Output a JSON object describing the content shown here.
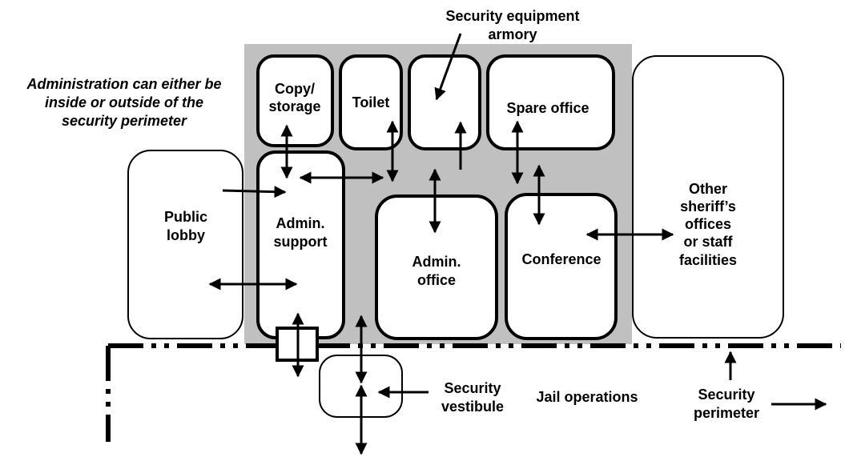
{
  "annotations": {
    "equipment_line1": "Security equipment",
    "equipment_line2": "armory",
    "admin_note_line1": "Administration can either be",
    "admin_note_line2": "inside or outside of the",
    "admin_note_line3": "security perimeter",
    "security_vestibule_line1": "Security",
    "security_vestibule_line2": "vestibule",
    "jail_operations": "Jail operations",
    "security_perimeter_line1": "Security",
    "security_perimeter_line2": "perimeter"
  },
  "rooms": {
    "copy_storage_line1": "Copy/",
    "copy_storage_line2": "storage",
    "toilet": "Toilet",
    "spare_office": "Spare office",
    "public_lobby_line1": "Public",
    "public_lobby_line2": "lobby",
    "admin_support_line1": "Admin.",
    "admin_support_line2": "support",
    "admin_office_line1": "Admin.",
    "admin_office_line2": "office",
    "conference": "Conference",
    "other_line1": "Other",
    "other_line2": "sheriff’s",
    "other_line3": "offices",
    "other_line4": "or staff",
    "other_line5": "facilities"
  },
  "colors": {
    "secure_zone_fill": "#c0c0c0",
    "stroke": "#000000",
    "room_fill": "#ffffff"
  }
}
